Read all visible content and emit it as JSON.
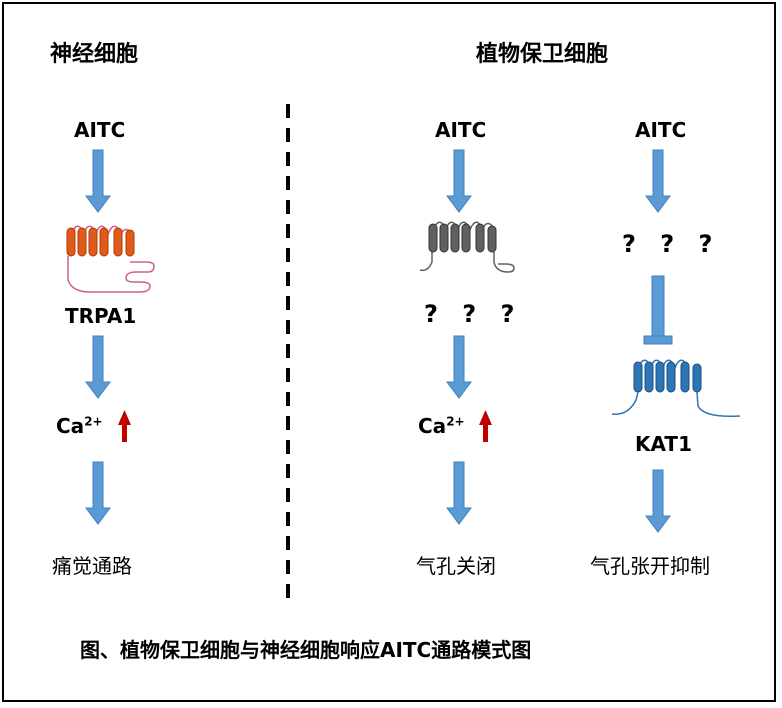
{
  "left_panel": {
    "title": "神经细胞",
    "stimulus": "AITC",
    "receptor": "TRPA1",
    "ion": "Ca",
    "ion_charge": "2+",
    "outcome": "痛觉通路"
  },
  "right_panel": {
    "title": "植物保卫细胞",
    "col1": {
      "stimulus": "AITC",
      "unknown": "? ? ?",
      "ion": "Ca",
      "ion_charge": "2+",
      "outcome": "气孔关闭"
    },
    "col2": {
      "stimulus": "AITC",
      "unknown": "? ? ?",
      "channel": "KAT1",
      "outcome": "气孔张开抑制"
    }
  },
  "caption": "图、植物保卫细胞与神经细胞响应AITC通路模式图",
  "colors": {
    "arrow": "#5b9bd5",
    "arrow_stroke": "#3f7fbf",
    "trpa1": "#e05a1a",
    "trpa1_tail": "#d0608a",
    "unknown_channel": "#606060",
    "kat1": "#2e75b6",
    "up_arrow": "#c00000"
  }
}
